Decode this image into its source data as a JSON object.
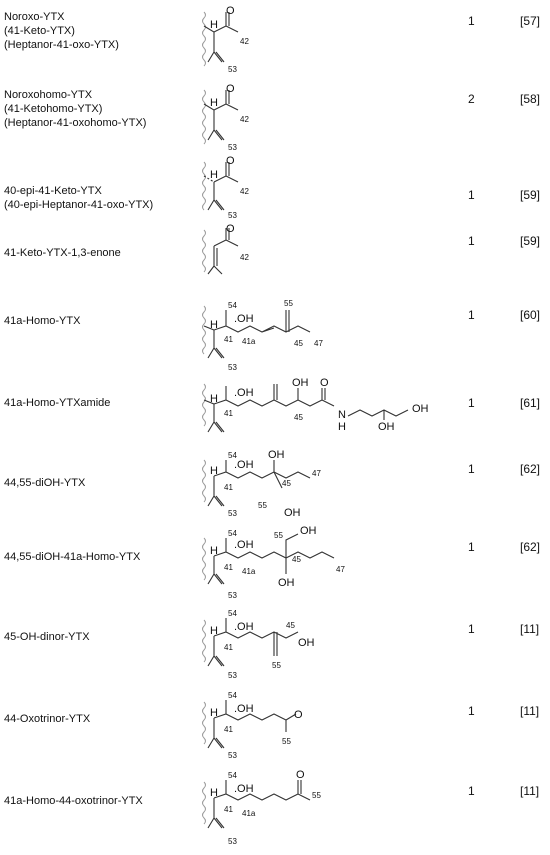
{
  "rows": [
    {
      "name_lines": [
        "Noroxo-YTX",
        "(41-Keto-YTX)",
        "(Heptanor-41-oxo-YTX)"
      ],
      "count": "1",
      "ref": "[57]",
      "labels": {
        "n1": "42",
        "n2": "53",
        "o": "O",
        "h": "H"
      }
    },
    {
      "name_lines": [
        "Noroxohomo-YTX",
        "(41-Ketohomo-YTX)",
        "(Heptanor-41-oxohomo-YTX)"
      ],
      "count": "2",
      "ref": "[58]",
      "labels": {
        "n1": "42",
        "n2": "53",
        "o": "O",
        "h": "H"
      }
    },
    {
      "name_lines": [
        "40-epi-41-Keto-YTX",
        "(40-epi-Heptanor-41-oxo-YTX)"
      ],
      "count": "1",
      "ref": "[59]",
      "labels": {
        "n1": "42",
        "n2": "53",
        "o": "O",
        "h": "H"
      }
    },
    {
      "name_lines": [
        "41-Keto-YTX-1,3-enone"
      ],
      "count": "1",
      "ref": "[59]",
      "labels": {
        "n1": "42",
        "o": "O"
      }
    },
    {
      "name_lines": [
        "41a-Homo-YTX"
      ],
      "count": "1",
      "ref": "[60]",
      "labels": {
        "n54": "54",
        "oh": ".OH",
        "n41": "41",
        "n41a": "41a",
        "n55": "55",
        "n45": "45",
        "n47": "47",
        "n53": "53",
        "h": "H"
      }
    },
    {
      "name_lines": [
        "41a-Homo-YTXamide"
      ],
      "count": "1",
      "ref": "[61]",
      "labels": {
        "oh": ".OH",
        "n41": "41",
        "n45": "45",
        "oh2": "OH",
        "o": "O",
        "nh": "N",
        "h2": "H",
        "oh3": "OH",
        "oh4": "OH",
        "h": "H"
      }
    },
    {
      "name_lines": [
        "44,55-diOH-YTX"
      ],
      "count": "1",
      "ref": "[62]",
      "labels": {
        "n54": "54",
        "oh": ".OH",
        "oh2": "OH",
        "n41": "41",
        "n45": "45",
        "n47": "47",
        "n55": "55",
        "oh3": "OH",
        "n53": "53",
        "h": "H"
      }
    },
    {
      "name_lines": [
        "44,55-diOH-41a-Homo-YTX"
      ],
      "count": "1",
      "ref": "[62]",
      "labels": {
        "n54": "54",
        "oh": ".OH",
        "n55": "55",
        "oh2": "OH",
        "n41": "41",
        "n45": "45",
        "n41a": "41a",
        "oh3": "OH",
        "n47": "47",
        "n53": "53",
        "h": "H"
      }
    },
    {
      "name_lines": [
        "45-OH-dinor-YTX"
      ],
      "count": "1",
      "ref": "[11]",
      "labels": {
        "n54": "54",
        "oh": ".OH",
        "n41": "41",
        "n45": "45",
        "oh2": "OH",
        "n55": "55",
        "n53": "53",
        "h": "H"
      }
    },
    {
      "name_lines": [
        "44-Oxotrinor-YTX"
      ],
      "count": "1",
      "ref": "[11]",
      "labels": {
        "n54": "54",
        "oh": ".OH",
        "n41": "41",
        "o": "O",
        "n55": "55",
        "n53": "53",
        "h": "H"
      }
    },
    {
      "name_lines": [
        "41a-Homo-44-oxotrinor-YTX"
      ],
      "count": "1",
      "ref": "[11]",
      "labels": {
        "n54": "54",
        "oh": ".OH",
        "n41": "41",
        "n41a": "41a",
        "o": "O",
        "n55": "55",
        "n53": "53",
        "h": "H"
      }
    }
  ]
}
